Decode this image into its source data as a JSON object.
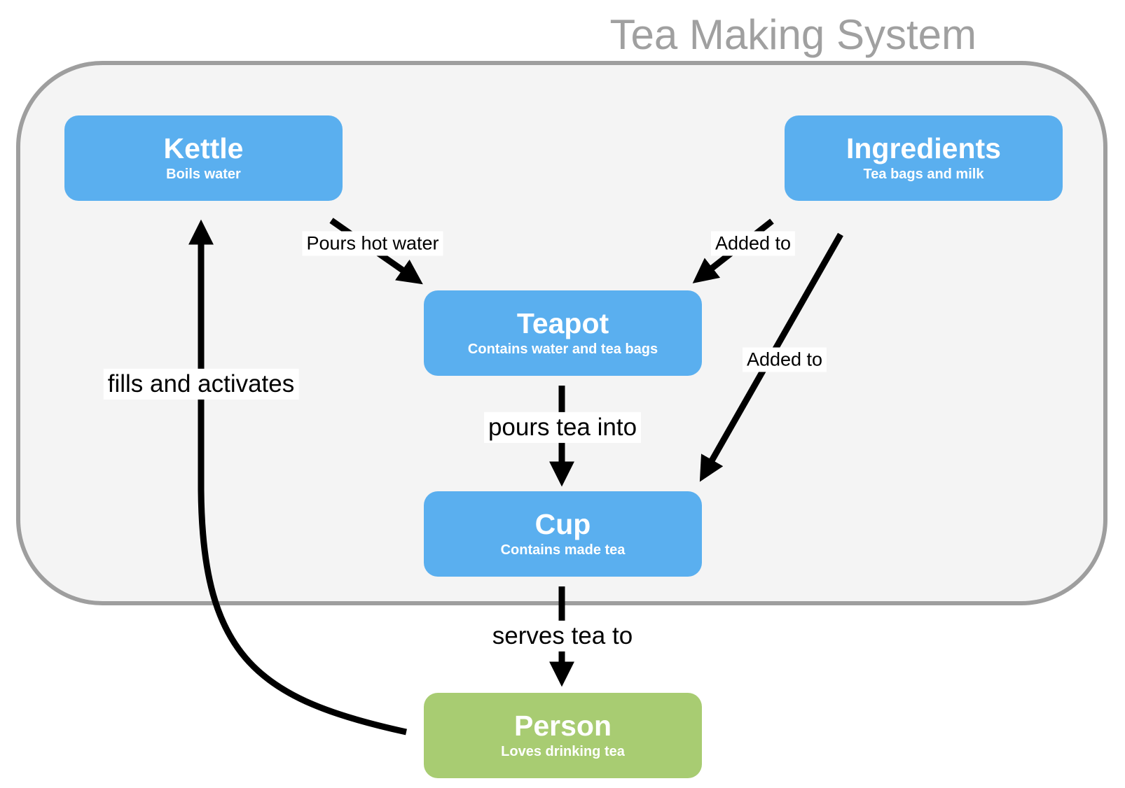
{
  "system": {
    "title": "Tea Making System"
  },
  "nodes": {
    "kettle": {
      "title": "Kettle",
      "subtitle": "Boils water"
    },
    "ingredients": {
      "title": "Ingredients",
      "subtitle": "Tea bags and milk"
    },
    "teapot": {
      "title": "Teapot",
      "subtitle": "Contains water and tea bags"
    },
    "cup": {
      "title": "Cup",
      "subtitle": "Contains made tea"
    },
    "person": {
      "title": "Person",
      "subtitle": "Loves drinking tea"
    }
  },
  "edges": {
    "kettle_to_teapot": "Pours hot water",
    "ingredients_to_teapot": "Added to",
    "ingredients_to_cup": "Added to",
    "teapot_to_cup": "pours tea into",
    "cup_to_person": "serves tea to",
    "person_to_kettle": "fills and activates"
  },
  "colors": {
    "system_fill": "#f4f4f4",
    "system_border": "#9e9e9e",
    "node_blue": "#5aafef",
    "node_green": "#a8cc72",
    "arrow": "#000000"
  }
}
